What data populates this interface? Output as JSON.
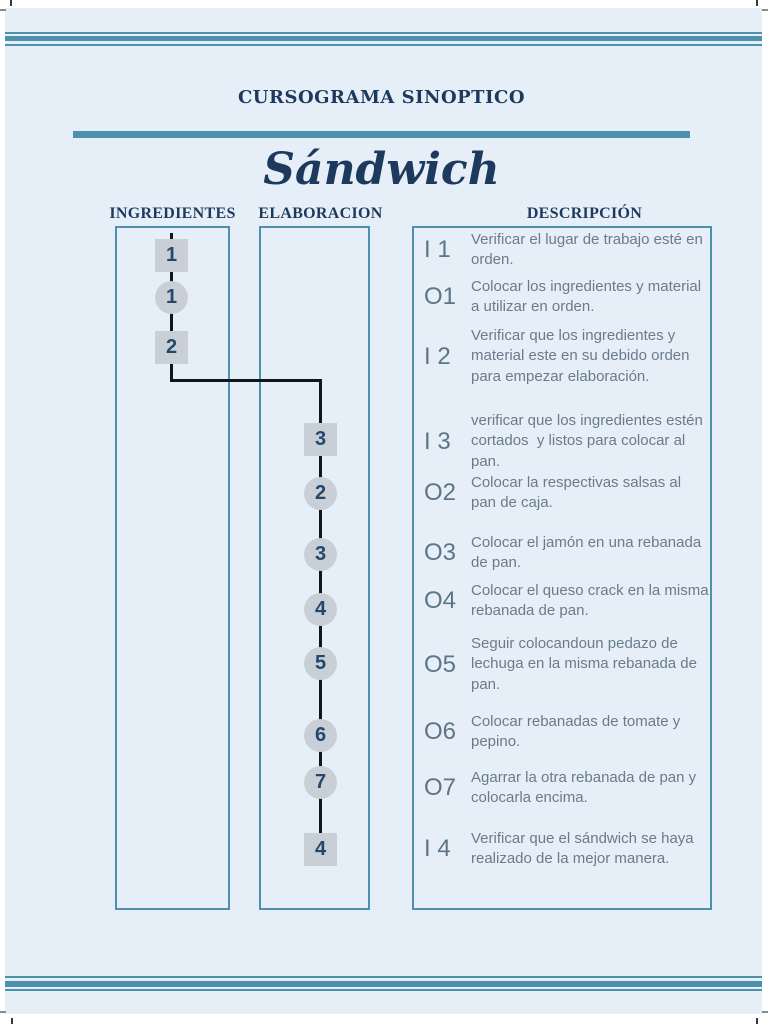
{
  "header": {
    "title": "CURSOGRAMA SINOPTICO"
  },
  "main_title": "Sándwich",
  "columns": [
    {
      "id": "ingredientes",
      "label": "INGREDIENTES"
    },
    {
      "id": "elaboracion",
      "label": "ELABORACION"
    },
    {
      "id": "descripcion",
      "label": "DESCRIPCIÓN"
    }
  ],
  "flow": {
    "nodes": [
      {
        "id": "I1",
        "shape": "square",
        "number": "1",
        "column": "ingredientes"
      },
      {
        "id": "O1",
        "shape": "circle",
        "number": "1",
        "column": "ingredientes"
      },
      {
        "id": "I2",
        "shape": "square",
        "number": "2",
        "column": "ingredientes"
      },
      {
        "id": "I3",
        "shape": "square",
        "number": "3",
        "column": "elaboracion"
      },
      {
        "id": "O2",
        "shape": "circle",
        "number": "2",
        "column": "elaboracion"
      },
      {
        "id": "O3",
        "shape": "circle",
        "number": "3",
        "column": "elaboracion"
      },
      {
        "id": "O4",
        "shape": "circle",
        "number": "4",
        "column": "elaboracion"
      },
      {
        "id": "O5",
        "shape": "circle",
        "number": "5",
        "column": "elaboracion"
      },
      {
        "id": "O6",
        "shape": "circle",
        "number": "6",
        "column": "elaboracion"
      },
      {
        "id": "O7",
        "shape": "circle",
        "number": "7",
        "column": "elaboracion"
      },
      {
        "id": "I4",
        "shape": "square",
        "number": "4",
        "column": "elaboracion"
      }
    ]
  },
  "descriptions": [
    {
      "label": "I 1",
      "text": "Verificar el lugar de trabajo esté en orden."
    },
    {
      "label": "O1",
      "text": "Colocar los ingredientes y material a utilizar en orden."
    },
    {
      "label": "I 2",
      "text": "Verificar que los ingredientes y material este en su debido orden para empezar elaboración."
    },
    {
      "label": "I 3",
      "text": "verificar que los ingredientes estén cortados  y listos para colocar al pan."
    },
    {
      "label": "O2",
      "text": "Colocar la respectivas salsas al pan de caja."
    },
    {
      "label": "O3",
      "text": "Colocar el jamón en una rebanada de pan."
    },
    {
      "label": "O4",
      "text": "Colocar el queso crack en la misma rebanada de pan."
    },
    {
      "label": "O5",
      "text": "Seguir colocandoun pedazo de lechuga en la misma rebanada de pan."
    },
    {
      "label": "O6",
      "text": "Colocar rebanadas de tomate y pepino."
    },
    {
      "label": "O7",
      "text": "Agarrar la otra rebanada de pan y colocarla encima."
    },
    {
      "label": "I 4",
      "text": "Verificar que el sándwich se haya realizado de la mejor manera."
    }
  ],
  "colors": {
    "page_background": "#e6eff7",
    "teal_accent": "#4d91ac",
    "navy_title": "#1d3a5e",
    "node_fill": "#c9cfd7",
    "node_number": "#24486b",
    "connector": "#10161d",
    "description_text": "#6a7b8c",
    "description_label": "#5e7487"
  }
}
